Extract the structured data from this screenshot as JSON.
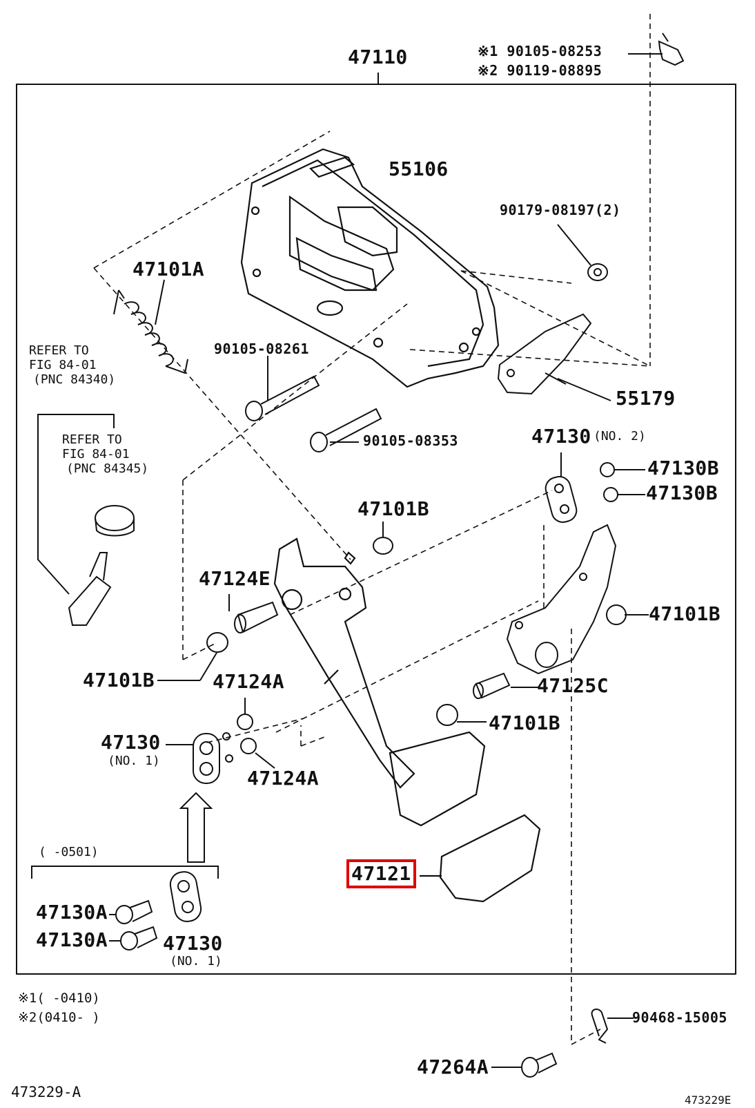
{
  "diagram_title": "47110",
  "notes": {
    "star1_part": "※1 90105-08253",
    "star2_part": "※2 90119-08895",
    "star1_range": "※1(     -0410)",
    "star2_range": "※2(0410-     )",
    "sub_range": "(     -0501)"
  },
  "labels": {
    "p55106": "55106",
    "p90179": "90179-08197(2)",
    "p47101A": "47101A",
    "p90105_08261": "90105-08261",
    "p55179": "55179",
    "p90105_08353": "90105-08353",
    "p47130_no2": "47130",
    "no2": "(NO. 2)",
    "p47130B_1": "47130B",
    "p47130B_2": "47130B",
    "p47101B_top": "47101B",
    "p47124E": "47124E",
    "p47101B_right": "47101B",
    "p47101B_left": "47101B",
    "p47124A_1": "47124A",
    "p47125C": "47125C",
    "p47101B_mid": "47101B",
    "p47130_no1": "47130",
    "no1_a": "(NO. 1)",
    "p47124A_2": "47124A",
    "p47121": "47121",
    "p47130A_1": "47130A",
    "p47130A_2": "47130A",
    "p47130_no1b": "47130",
    "no1_b": "(NO. 1)",
    "p90468": "90468-15005",
    "p47264A": "47264A"
  },
  "refer1": {
    "line1": "REFER TO",
    "line2": "FIG 84-01",
    "line3": "(PNC 84340)"
  },
  "refer2": {
    "line1": "REFER TO",
    "line2": "FIG 84-01",
    "line3": "(PNC 84345)"
  },
  "footer": {
    "left_code": "473229-A",
    "right_code": "473229E"
  },
  "highlight": {
    "part": "47121",
    "color": "#e00000"
  }
}
